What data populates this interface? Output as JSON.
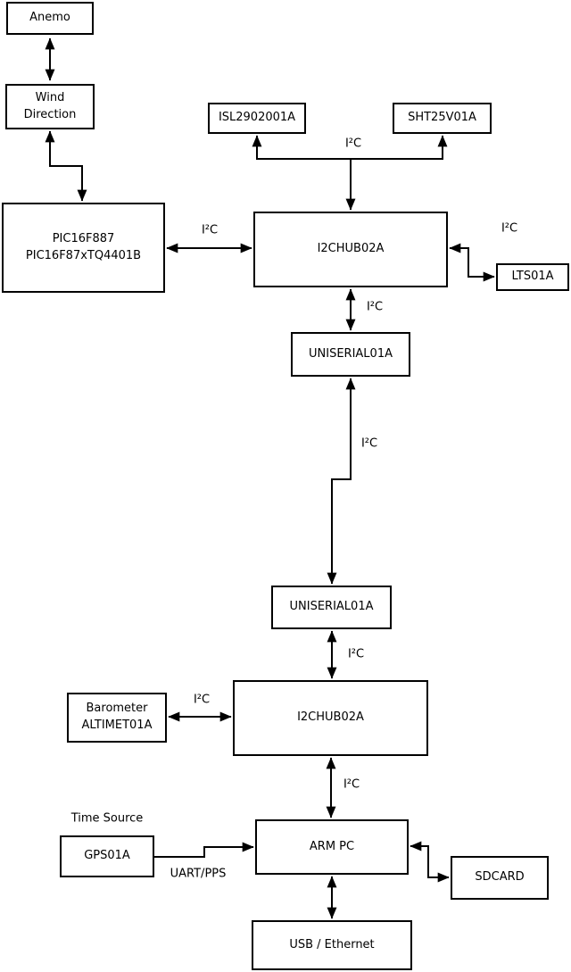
{
  "nodes": {
    "anemo": {
      "label": "Anemo"
    },
    "wind_direction": {
      "label": "Wind\nDirection"
    },
    "pic_controller": {
      "label": "PIC16F887\nPIC16F87xTQ4401B"
    },
    "isl_sensor": {
      "label": "ISL2902001A"
    },
    "sht_sensor": {
      "label": "SHT25V01A"
    },
    "i2c_hub_1": {
      "label": "I2CHUB02A"
    },
    "lts_sensor": {
      "label": "LTS01A"
    },
    "uniserial_1": {
      "label": "UNISERIAL01A"
    },
    "uniserial_2": {
      "label": "UNISERIAL01A"
    },
    "i2c_hub_2": {
      "label": "I2CHUB02A"
    },
    "barometer": {
      "label": "Barometer\nALTIMET01A"
    },
    "gps": {
      "label": "GPS01A"
    },
    "arm_pc": {
      "label": "ARM PC"
    },
    "sdcard": {
      "label": "SDCARD"
    },
    "usb_ethernet": {
      "label": "USB / Ethernet"
    }
  },
  "edge_labels": {
    "pic_hub": "I²C",
    "sensor_branch": "I²C",
    "lts_link": "I²C",
    "hub1_uniserial1": "I²C",
    "uniserial_link": "I²C",
    "uniserial2_hub2": "I²C",
    "barometer_hub2": "I²C",
    "hub2_armpc": "I²C",
    "time_source": "Time Source",
    "uart_pps": "UART/PPS"
  },
  "colors": {
    "line": "#000000",
    "box_border": "#000000",
    "box_fill": "#ffffff",
    "background": "#ffffff",
    "text": "#000000"
  }
}
